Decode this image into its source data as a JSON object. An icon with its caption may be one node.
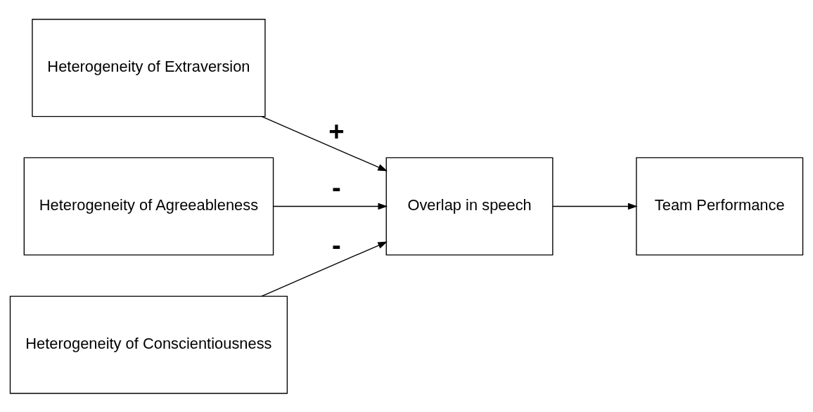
{
  "diagram": {
    "nodes": [
      {
        "text": [
          "Heterogeneity of Extraversion"
        ]
      },
      {
        "text": [
          "Heterogeneity of Agreeableness"
        ]
      },
      {
        "text": [
          "Heterogeneity of Conscientiousness"
        ]
      },
      {
        "text": [
          "Overlap in speech"
        ]
      },
      {
        "text": [
          "Team Performance"
        ]
      }
    ],
    "edges": [
      {
        "from": 0,
        "to": 3,
        "arrow": "to",
        "label": "+"
      },
      {
        "from": 1,
        "to": 3,
        "arrow": "to",
        "label": "-"
      },
      {
        "from": 2,
        "to": 3,
        "arrow": "to",
        "label": "-"
      },
      {
        "from": 3,
        "to": 4,
        "arrow": "to"
      }
    ]
  }
}
